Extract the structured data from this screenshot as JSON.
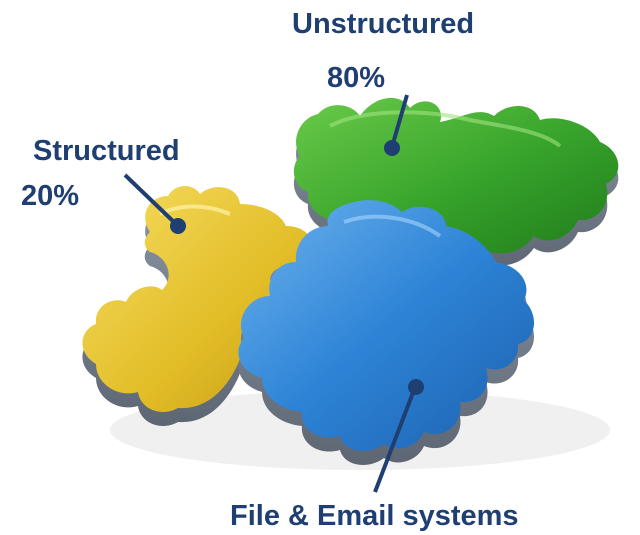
{
  "diagram": {
    "pieces": [
      {
        "id": "unstructured",
        "color": "#3a9a2e",
        "labels": {
          "title": "Unstructured",
          "pct": "80%"
        }
      },
      {
        "id": "structured",
        "color": "#e3be2a",
        "labels": {
          "title": "Structured",
          "pct": "20%"
        }
      },
      {
        "id": "file-email",
        "color": "#2a7bd1",
        "labels": {
          "title": "File & Email systems"
        }
      }
    ],
    "label_color": "#1f3f73"
  }
}
